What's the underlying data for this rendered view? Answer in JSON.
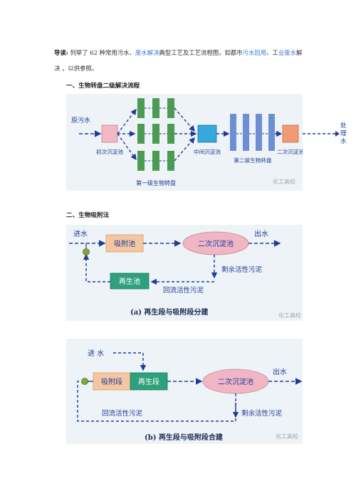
{
  "intro": {
    "lead": "导读:",
    "p1": " 列举了 62 种常用污水、",
    "link1": "废水解决",
    "p2": "典型工艺及工艺流程图，如都市",
    "link2": "污水回用",
    "p3": "、工",
    "link3": "业废水",
    "p4": "解决 ，以供参照。"
  },
  "section1": {
    "title": "一、生物转盘二级解决流程",
    "labels": {
      "raw": "原污水",
      "primary": "初次沉淀池",
      "first_stage": "第一级生物转盘",
      "middle": "中间沉淀池",
      "second_stage": "第二级生物转盘",
      "secondary": "二次沉淀池",
      "treated": "处理水"
    },
    "watermark": "化工高校"
  },
  "section2": {
    "title": "二、生物吸附法",
    "fig_a": {
      "inflow": "进水",
      "adsorption": "吸附池",
      "clarifier": "二次沉淀池",
      "outflow": "出水",
      "excess": "剩余活性污泥",
      "regen": "再生池",
      "return": "回流活性污泥",
      "caption": "(a) 再生段与吸附段分建",
      "watermark": "化工高校"
    },
    "fig_b": {
      "inflow": "进 水",
      "adsorption": "吸附段",
      "regen": "再生段",
      "clarifier": "二次沉淀池",
      "outflow": "出水",
      "return": "回流活性污泥",
      "excess": "剩余活性污泥",
      "caption": "(b) 再生段与吸附段合建",
      "watermark": "化工高校"
    }
  },
  "colors": {
    "arrow": "#1f3c9a",
    "primary_tank": "#f1b9c4",
    "stage1": "#4c9b52",
    "middle_tank": "#35a8dc",
    "stage2": "#6e8ed3",
    "secondary_tank": "#f29a72",
    "adsorption_box": "#f4c7a2",
    "regen_box": "#2fa07c",
    "clarifier_oval": "#f1b6c4",
    "figure_bg": "#eef3f7"
  }
}
